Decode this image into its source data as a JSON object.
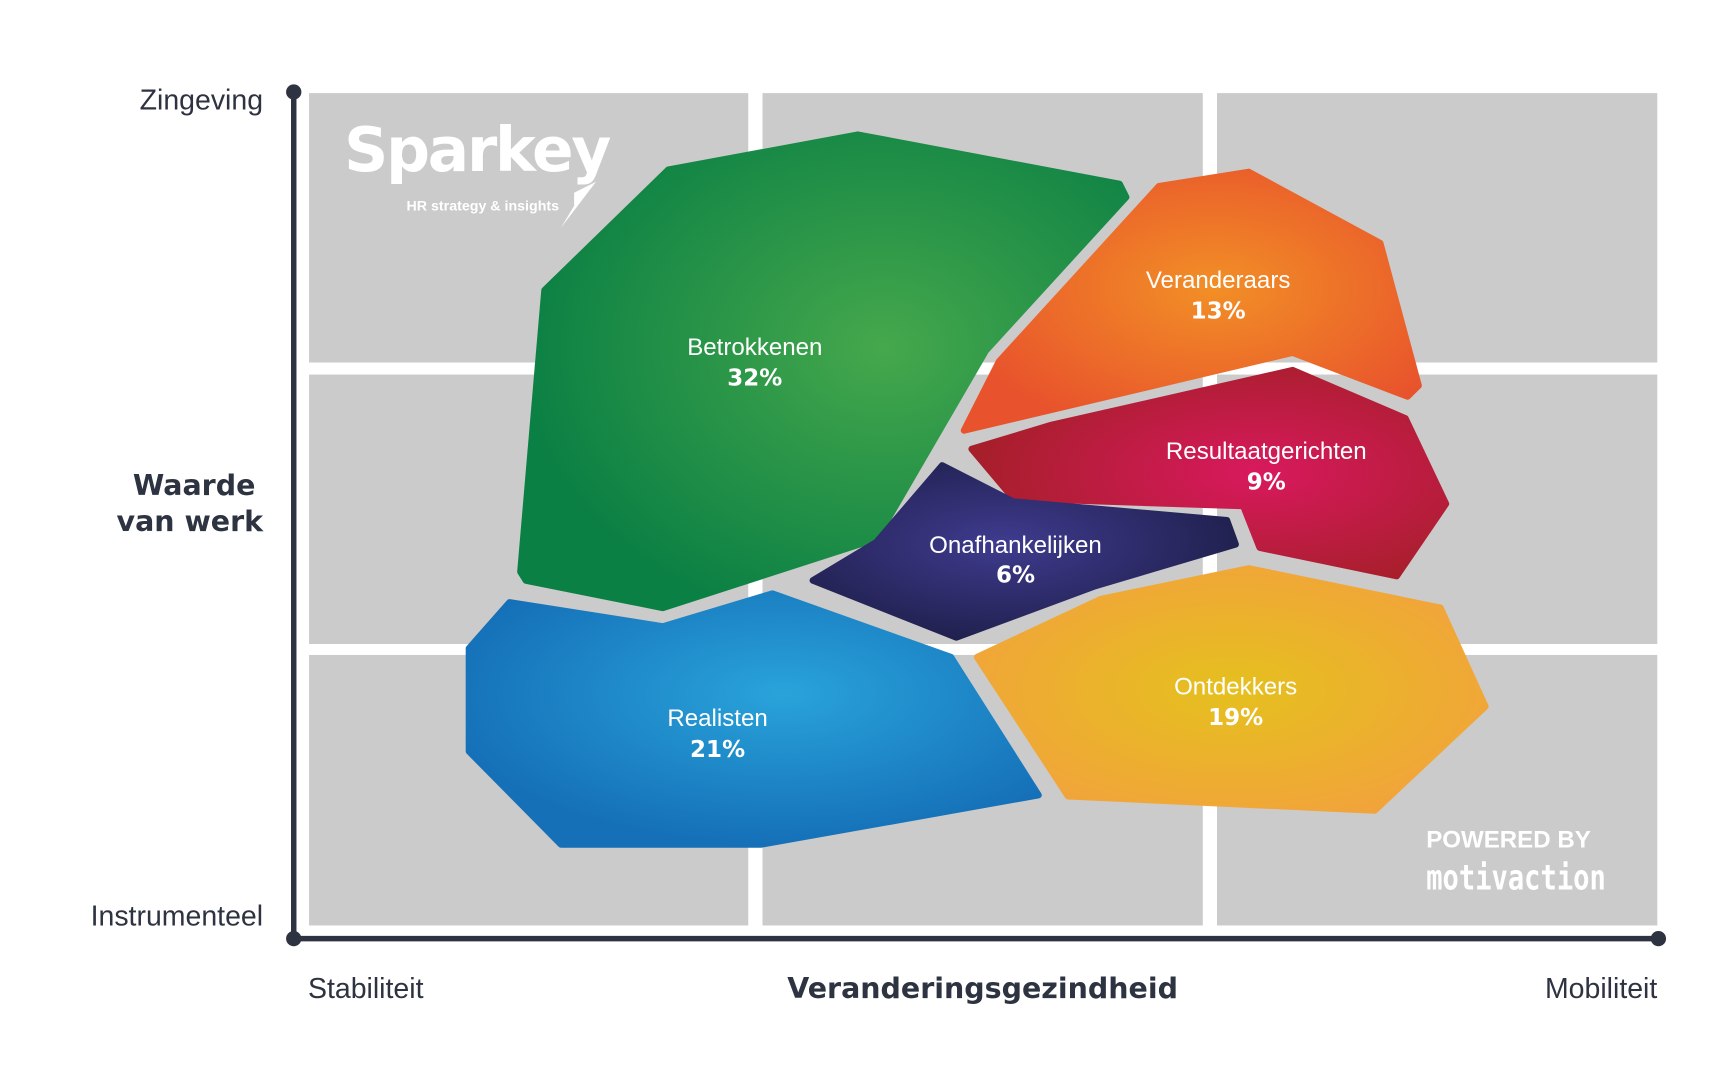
{
  "axes": {
    "y_title_line1": "Waarde",
    "y_title_line2": "van werk",
    "y_top": "Zingeving",
    "y_bottom": "Instrumenteel",
    "x_title": "Veranderingsgezindheid",
    "x_left": "Stabiliteit",
    "x_right": "Mobiliteit"
  },
  "segments": [
    {
      "label": "Betrokkenen",
      "pct": "32%",
      "color_inner": "#45a84c",
      "color_outer": "#0b8044"
    },
    {
      "label": "Veranderaars",
      "pct": "13%",
      "color_inner": "#f28f26",
      "color_outer": "#e8522c"
    },
    {
      "label": "Resultaatgerichten",
      "pct": "9%",
      "color_inner": "#d9195e",
      "color_outer": "#a61f2a"
    },
    {
      "label": "Onafhankelijken",
      "pct": "6%",
      "color_inner": "#3f3b8f",
      "color_outer": "#1f1f4b"
    },
    {
      "label": "Realisten",
      "pct": "21%",
      "color_inner": "#29a3da",
      "color_outer": "#1570b8"
    },
    {
      "label": "Ontdekkers",
      "pct": "19%",
      "color_inner": "#e5c01e",
      "color_outer": "#f2a23c"
    }
  ],
  "logo": {
    "name": "Sparkey",
    "tagline": "HR strategy & insights"
  },
  "powered": {
    "prefix": "POWERED BY",
    "brand": "motivaction"
  },
  "colors": {
    "grid": "#cbcbcb",
    "axis": "#2d3340"
  }
}
